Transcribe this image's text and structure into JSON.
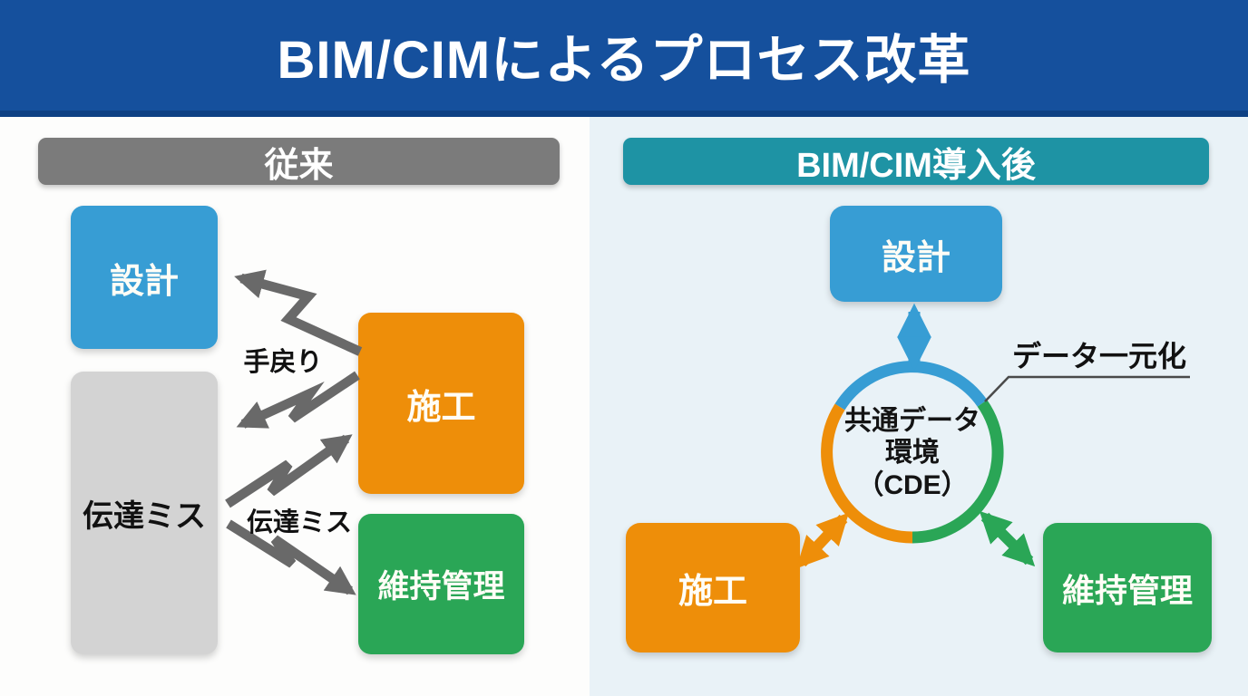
{
  "title": "BIM/CIMによるプロセス改革",
  "left": {
    "header": "従来",
    "design": "設計",
    "construction": "施工",
    "maintenance": "維持管理",
    "error_box": "伝達ミス",
    "rework_label": "手戻り",
    "error_label": "伝達ミス"
  },
  "right": {
    "header": "BIM/CIM導入後",
    "design": "設計",
    "construction": "施工",
    "maintenance": "維持管理",
    "cde_line1": "共通データ",
    "cde_line2": "環境",
    "cde_line3": "（CDE）",
    "data_unification_label": "データ一元化"
  },
  "colors": {
    "banner_blue": "#15509d",
    "header_gray": "#7b7b7b",
    "header_teal": "#1e93a4",
    "box_blue": "#379dd4",
    "box_orange": "#ee8e09",
    "box_green": "#2aa656",
    "box_gray": "#d3d3d3",
    "arrow_gray": "#696969",
    "right_panel_bg": "#e9f2f7"
  }
}
